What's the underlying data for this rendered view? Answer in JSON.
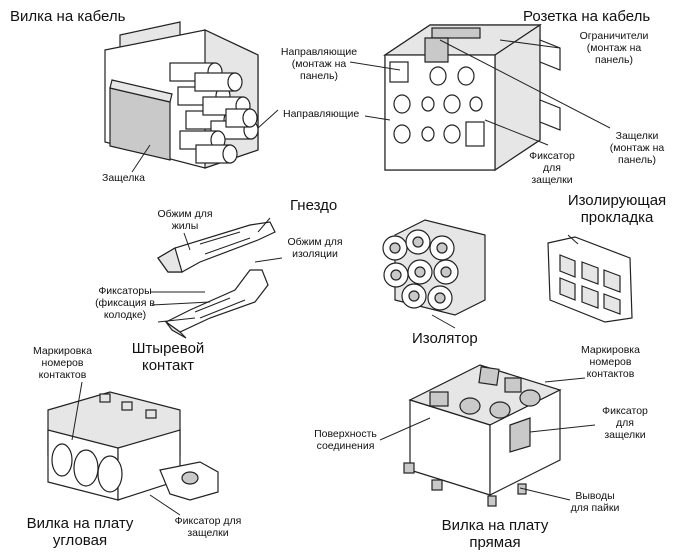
{
  "titles": {
    "plug_cable": "Вилка на кабель",
    "socket_cable": "Розетка на кабель",
    "receptacle": "Гнездо",
    "insulating_pad": [
      "Изолирующая",
      "прокладка"
    ],
    "insulator": "Изолятор",
    "pin_contact": [
      "Штыревой",
      "контакт"
    ],
    "board_plug_angled": [
      "Вилка на плату",
      "угловая"
    ],
    "board_plug_straight": [
      "Вилка на плату",
      "прямая"
    ]
  },
  "labels": {
    "guides_panel": [
      "Направляющие",
      "(монтаж на",
      "панель)"
    ],
    "guides": "Направляющие",
    "latch": "Защелка",
    "limiters": [
      "Ограничители",
      "(монтаж на",
      "панель)"
    ],
    "latches_panel": [
      "Защелки",
      "(монтаж на",
      "панель)"
    ],
    "latch_lock_socket": [
      "Фиксатор",
      "для",
      "защелки"
    ],
    "crimp_wire": [
      "Обжим для",
      "жилы"
    ],
    "crimp_insulation": [
      "Обжим для",
      "изоляции"
    ],
    "retainers": [
      "Фиксаторы",
      "(фиксация в",
      "колодке)"
    ],
    "contact_marking_left": [
      "Маркировка",
      "номеров",
      "контактов"
    ],
    "contact_marking_right": [
      "Маркировка",
      "номеров",
      "контактов"
    ],
    "mating_surface": [
      "Поверхность",
      "соединения"
    ],
    "latch_lock_board": [
      "Фиксатор",
      "для",
      "защелки"
    ],
    "latch_lock_angled": [
      "Фиксатор для",
      "защелки"
    ],
    "solder_leads": [
      "Выводы",
      "для пайки"
    ]
  }
}
